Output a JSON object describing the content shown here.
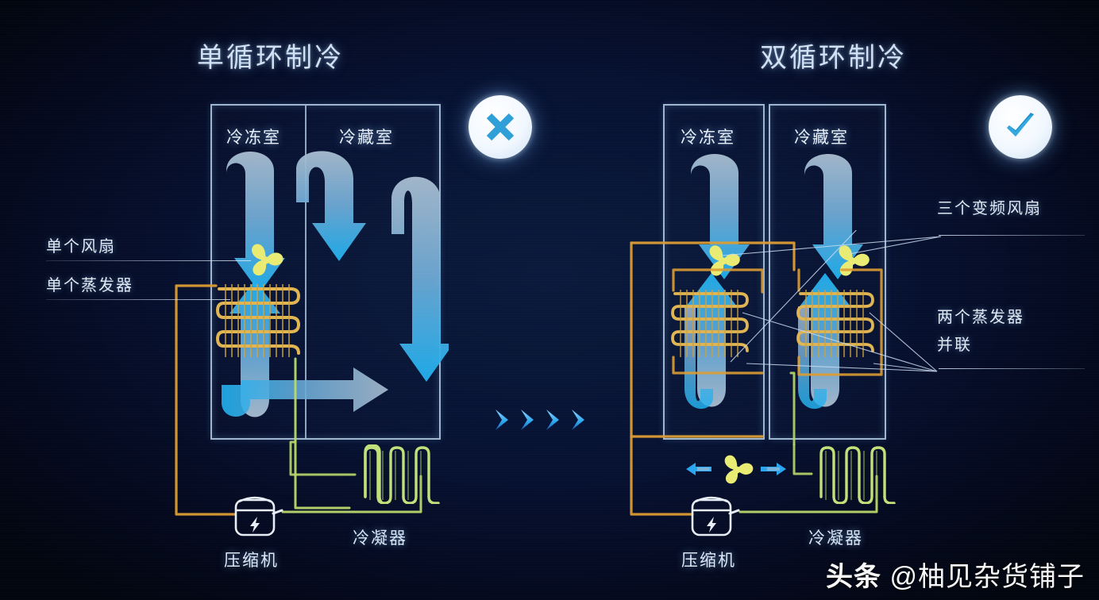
{
  "titles": {
    "left": "单循环制冷",
    "right": "双循环制冷"
  },
  "badges": {
    "left": {
      "icon": "cross-icon",
      "meaning": "not-recommended",
      "color": "#2f9fd8"
    },
    "right": {
      "icon": "check-icon",
      "meaning": "recommended",
      "color": "#1f93cf"
    }
  },
  "compartments": {
    "freezer": "冷冻室",
    "fridge": "冷藏室"
  },
  "components": {
    "compressor": "压缩机",
    "condenser": "冷凝器"
  },
  "callouts": {
    "left_fan": "单个风扇",
    "left_evaporator": "单个蒸发器",
    "right_fans": "三个变频风扇",
    "right_evaporator_line1": "两个蒸发器",
    "right_evaporator_line2": "并联"
  },
  "transition": {
    "icon": "chevron-right-icon",
    "count": 4
  },
  "watermark": {
    "brand": "头条",
    "handle": "@柚见杂货铺子"
  },
  "colors": {
    "background": "#05122b",
    "airflow_cool": "#21b3ef",
    "airflow_warm": "#9fb5c8",
    "evaporator": "#d8a83c",
    "condenser": "#b9d96a",
    "fan": "#e8ea72",
    "pipe_suction": "#d99a33",
    "pipe_discharge": "#a9cf5e",
    "cabinet_outline": "#9fb6cf",
    "title_text": "#cfe2f5",
    "accent_blue": "#2f9fd8"
  },
  "chart_data": {
    "type": "diagram",
    "title": "单循环制冷 vs 双循环制冷",
    "systems": [
      {
        "name": "单循环制冷",
        "verdict": "cross",
        "fans": 1,
        "evaporators": 1,
        "compartments": [
          "冷冻室",
          "冷藏室"
        ],
        "notes": [
          "单个风扇",
          "单个蒸发器"
        ]
      },
      {
        "name": "双循环制冷",
        "verdict": "check",
        "fans": 3,
        "evaporators": 2,
        "compartments": [
          "冷冻室",
          "冷藏室"
        ],
        "notes": [
          "三个变频风扇",
          "两个蒸发器并联"
        ]
      }
    ]
  }
}
